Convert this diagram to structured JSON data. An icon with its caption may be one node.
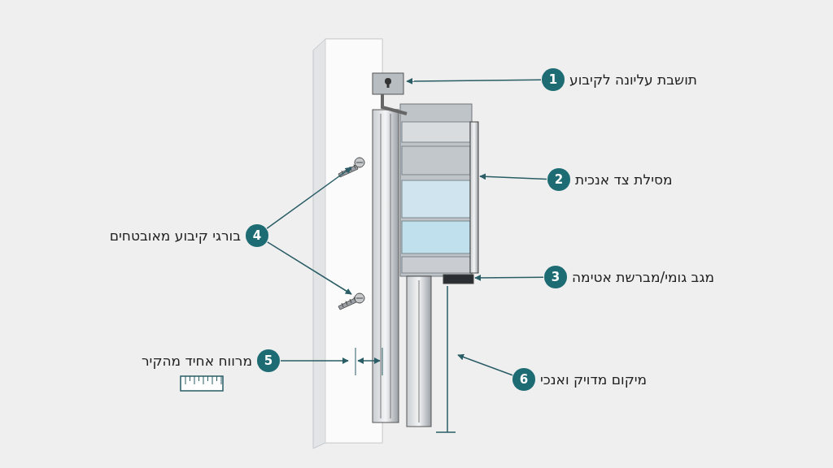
{
  "diagram": {
    "nodes": [
      {
        "text": [],
        "shape": "picture"
      },
      {
        "text": [],
        "shape": "bar"
      },
      {
        "text": [],
        "shape": "bar"
      },
      {
        "text": [],
        "shape": "picture"
      },
      {
        "text": [],
        "shape": "picture"
      },
      {
        "text": [
          "1"
        ],
        "beside": [
          "תושבת עליונה לקיבוע"
        ]
      },
      {
        "text": [
          "2"
        ],
        "beside": [
          "מסילת צד אנכית"
        ]
      },
      {
        "text": [
          "3"
        ],
        "beside": [
          "מגב גומי/מברשת אטימה"
        ]
      },
      {
        "text": [
          "4"
        ],
        "beside": [
          "בורגי קיבוע מאובטחים"
        ]
      },
      {
        "text": [
          "5"
        ],
        "beside": [
          "מרווח אחיד מהקיר"
        ]
      },
      {
        "text": [
          "6"
        ],
        "beside": [
          "מיקום מדויק ואנכי"
        ]
      }
    ],
    "edges": [
      {
        "from": 5,
        "to": 0,
        "arrow": "to"
      },
      {
        "from": 6,
        "to": 1,
        "arrow": "to"
      },
      {
        "from": 7,
        "to": 2,
        "arrow": "to"
      },
      {
        "from": 8,
        "to": 3,
        "arrow": "to"
      },
      {
        "from": 8,
        "to": 4,
        "arrow": "to"
      },
      {
        "from": 9,
        "to": null,
        "arrow": "to"
      },
      {
        "from": 10,
        "to": null,
        "arrow": "to"
      }
    ]
  }
}
